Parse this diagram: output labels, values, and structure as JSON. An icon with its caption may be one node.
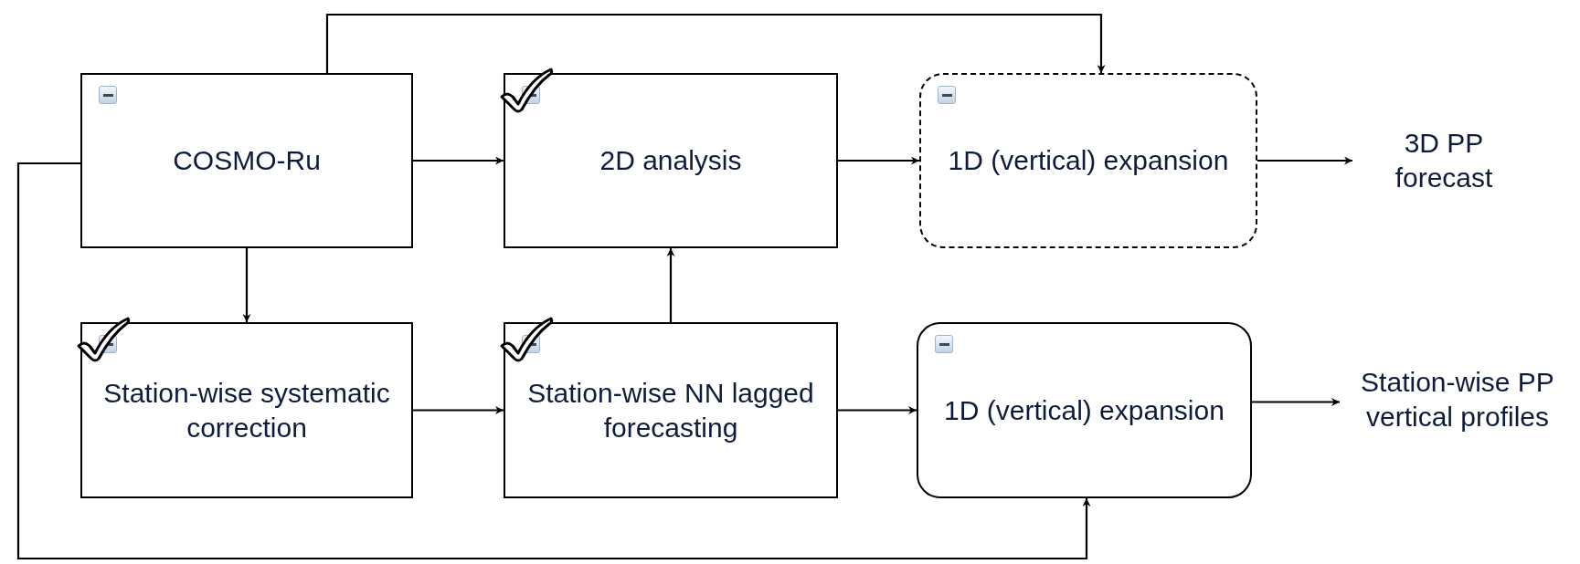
{
  "diagram": {
    "nodes": [
      {
        "text": [
          "COSMO-Ru"
        ]
      },
      {
        "text": [
          "2D analysis"
        ]
      },
      {
        "text": [
          "1D (vertical) expansion"
        ]
      },
      {
        "text": [
          "3D PP forecast"
        ]
      },
      {
        "text": [
          "Station-wise systematic correction"
        ]
      },
      {
        "text": [
          "Station-wise NN lagged forecasting"
        ]
      },
      {
        "text": [
          "1D (vertical) expansion"
        ]
      },
      {
        "text": [
          "Station-wise PP vertical profiles"
        ]
      }
    ],
    "edges": [
      {
        "from": 0,
        "to": 1,
        "arrow": "to"
      },
      {
        "from": 0,
        "to": 2,
        "arrow": "to"
      },
      {
        "from": 1,
        "to": 2,
        "arrow": "to"
      },
      {
        "from": 2,
        "to": 3,
        "arrow": "to"
      },
      {
        "from": 0,
        "to": 4,
        "arrow": "to"
      },
      {
        "from": 4,
        "to": 5,
        "arrow": "to"
      },
      {
        "from": 5,
        "to": 1,
        "arrow": "to"
      },
      {
        "from": 5,
        "to": 6,
        "arrow": "to"
      },
      {
        "from": 6,
        "to": 7,
        "arrow": "to"
      },
      {
        "from": 0,
        "to": 6,
        "arrow": "to"
      }
    ]
  }
}
